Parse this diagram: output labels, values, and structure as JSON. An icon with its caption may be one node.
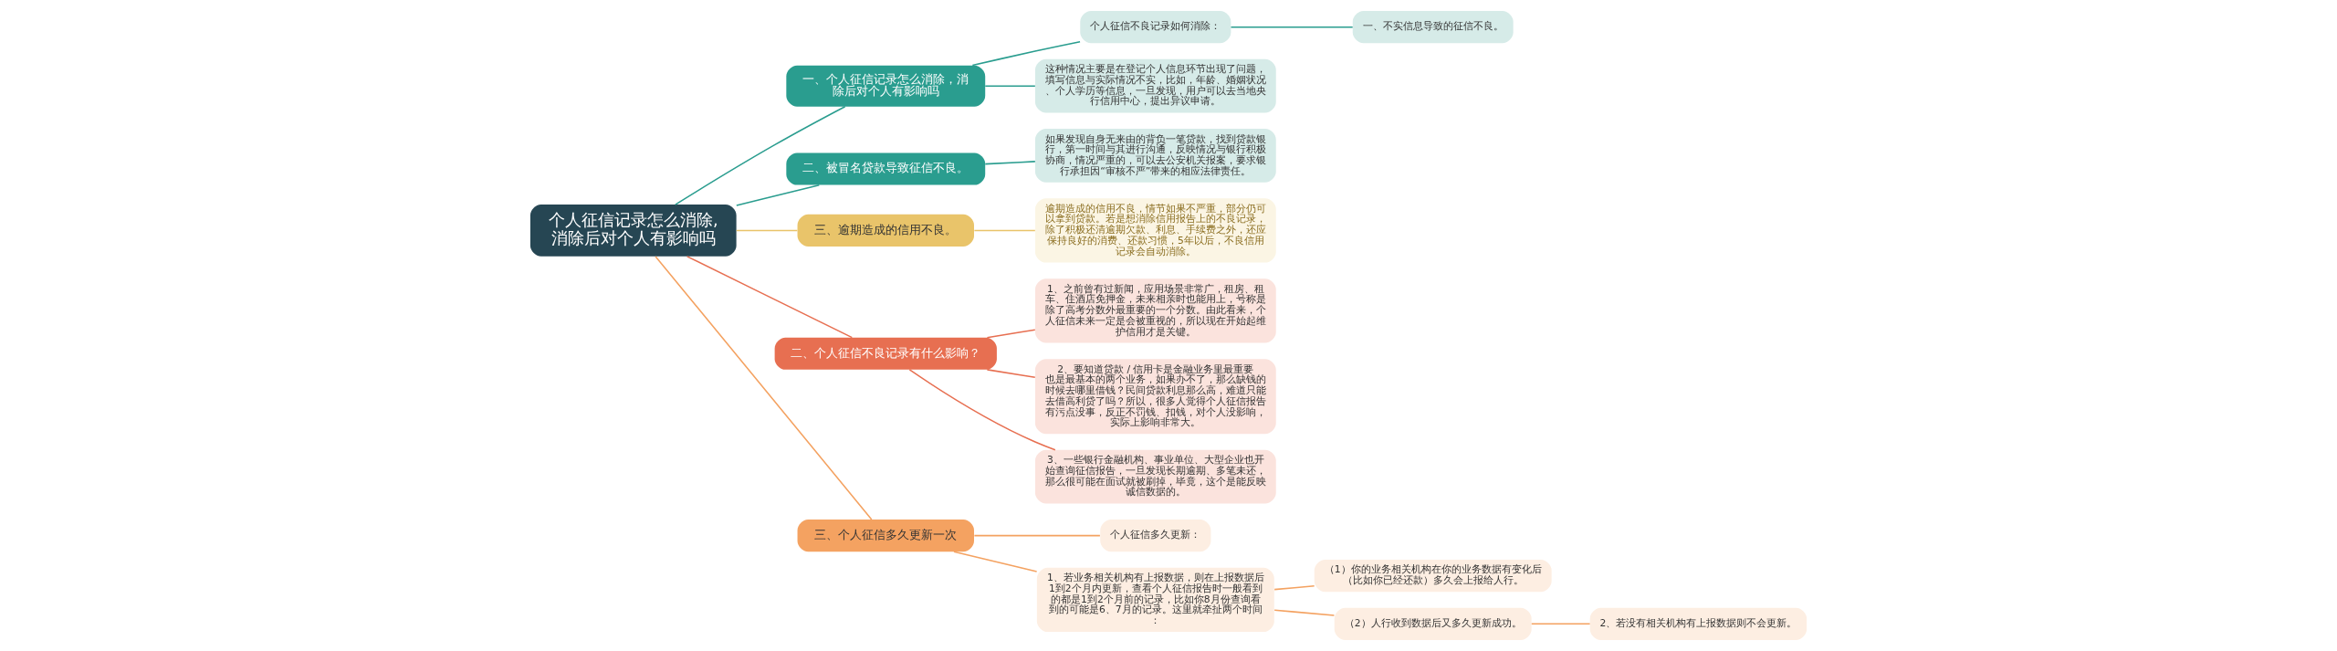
{
  "diagram": {
    "nodes": [
      {
        "text": [
          "个人征信记录怎么消除,消除后对个人有影响吗"
        ]
      },
      {
        "text": [
          "一、个人征信记录怎么消除，消除后对个人有影响吗"
        ]
      },
      {
        "text": [
          "个人征信不良记录如何消除："
        ]
      },
      {
        "text": [
          "一、不实信息导致的征信不良。"
        ]
      },
      {
        "text": [
          "这种情况主要是在登记个人信息环节出现了问题，填写信息与实际情况不实，比如，年龄、婚姻状况、个人学历等信息，一旦发现，用户可以去当地央行信用中心，提出异议申请。"
        ]
      },
      {
        "text": [
          "二、被冒名贷款导致征信不良。"
        ]
      },
      {
        "text": [
          "如果发现自身无来由的背负一笔贷款，找到贷款银行，第一时间与其进行沟通，反映情况与银行积极协商，情况严重的，可以去公安机关报案，要求银行承担因“审核不严”带来的相应法律责任。"
        ]
      },
      {
        "text": [
          "三、逾期造成的信用不良。"
        ]
      },
      {
        "text": [
          "逾期造成的信用不良，情节如果不严重，部分仍可以拿到贷款。若是想消除信用报告上的不良记录，除了积极还清逾期欠款、利息、手续费之外，还应保持良好的消费、还款习惯，5年以后，不良信用记录会自动消除。"
        ]
      },
      {
        "text": [
          "二、个人征信不良记录有什么影响？"
        ]
      },
      {
        "text": [
          "1、之前曾有过新闻，应用场景非常广，租房、租车、住酒店免押金，未来相亲时也能用上，号称是除了高考分数外最重要的一个分数。由此看来，个人征信未来一定是会被重视的，所以现在开始起维护信用才是关键。"
        ]
      },
      {
        "text": [
          "2、要知道贷款 / 信用卡是金融业务里最重要也是最基本的两个业务，如果办不了，那么缺钱的时候去哪里借钱？民间贷款利息那么高，难道只能去借高利贷了吗？所以，很多人觉得个人征信报告有污点没事，反正不罚钱、扣钱，对个人没影响，实际上影响非常大。"
        ]
      },
      {
        "text": [
          "3、一些银行金融机构、事业单位、大型企业也开始查询征信报告，一旦发现长期逾期、多笔未还，那么很可能在面试就被刷掉，毕竟，这个是能反映诚信数据的。"
        ]
      },
      {
        "text": [
          "三、个人征信多久更新一次"
        ]
      },
      {
        "text": [
          "个人征信多久更新："
        ]
      },
      {
        "text": [
          "1、若业务相关机构有上报数据，则在上报数据后1到2个月内更新，查看个人征信报告时一般看到的都是1到2个月前的记录，比如你8月份查询看到的可能是6、7月的记录。这里就牵扯两个时间："
        ]
      },
      {
        "text": [
          "（1）你的业务相关机构在你的业务数据有变化后（比如你已经还款）多久会上报给人行。"
        ]
      },
      {
        "text": [
          "（2）人行收到数据后又多久更新成功。"
        ]
      },
      {
        "text": [
          "2、若没有相关机构有上报数据则不会更新。"
        ]
      }
    ],
    "edges": [
      {
        "from": 0,
        "to": 1,
        "arrow": "none",
        "color": "#2a9d8f"
      },
      {
        "from": 1,
        "to": 2,
        "arrow": "none",
        "color": "#2a9d8f"
      },
      {
        "from": 2,
        "to": 3,
        "arrow": "none",
        "color": "#2a9d8f"
      },
      {
        "from": 1,
        "to": 4,
        "arrow": "none",
        "color": "#2a9d8f"
      },
      {
        "from": 0,
        "to": 5,
        "arrow": "none",
        "color": "#2a9d8f"
      },
      {
        "from": 5,
        "to": 6,
        "arrow": "none",
        "color": "#2a9d8f"
      },
      {
        "from": 0,
        "to": 7,
        "arrow": "none",
        "color": "#e9c46a"
      },
      {
        "from": 7,
        "to": 8,
        "arrow": "none",
        "color": "#e9c46a"
      },
      {
        "from": 0,
        "to": 9,
        "arrow": "none",
        "color": "#e76f51"
      },
      {
        "from": 9,
        "to": 10,
        "arrow": "none",
        "color": "#e76f51"
      },
      {
        "from": 9,
        "to": 11,
        "arrow": "none",
        "color": "#e76f51"
      },
      {
        "from": 9,
        "to": 12,
        "arrow": "none",
        "color": "#e76f51"
      },
      {
        "from": 0,
        "to": 13,
        "arrow": "none",
        "color": "#f4a261"
      },
      {
        "from": 13,
        "to": 14,
        "arrow": "none",
        "color": "#f4a261"
      },
      {
        "from": 13,
        "to": 15,
        "arrow": "none",
        "color": "#f4a261"
      },
      {
        "from": 15,
        "to": 16,
        "arrow": "none",
        "color": "#f4a261"
      },
      {
        "from": 15,
        "to": 17,
        "arrow": "none",
        "color": "#f4a261"
      },
      {
        "from": 17,
        "to": 18,
        "arrow": "none",
        "color": "#f4a261"
      }
    ]
  }
}
